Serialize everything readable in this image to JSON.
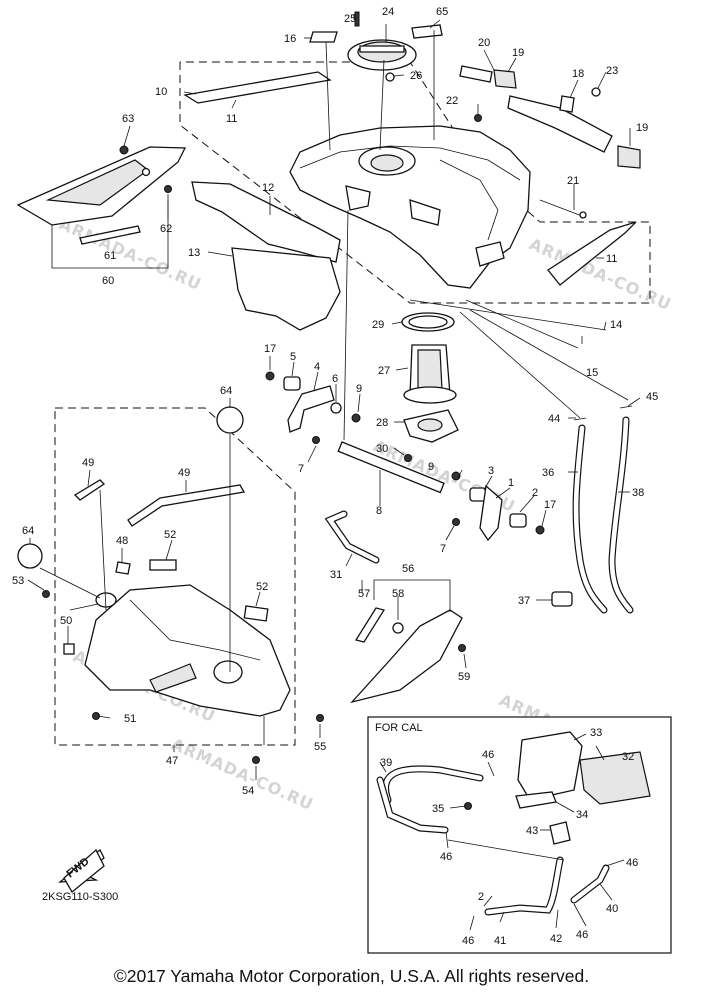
{
  "watermark": "ARMADA-CO.RU",
  "diagram_code": "2KSG110-S300",
  "fwd_label": "FWD",
  "inset_title": "FOR CAL",
  "copyright": "©2017 Yamaha Motor Corporation, U.S.A. All rights reserved.",
  "callouts": {
    "c1": "1",
    "c2": "2",
    "c2b": "2",
    "c3": "3",
    "c4": "4",
    "c5": "5",
    "c6": "6",
    "c7a": "7",
    "c7b": "7",
    "c7c": "7",
    "c8": "8",
    "c9a": "9",
    "c9b": "9",
    "c10": "10",
    "c11a": "11",
    "c11b": "11",
    "c12": "12",
    "c13": "13",
    "c14": "14",
    "c15": "15",
    "c16": "16",
    "c17a": "17",
    "c17b": "17",
    "c18": "18",
    "c19a": "19",
    "c19b": "19",
    "c20": "20",
    "c21": "21",
    "c22": "22",
    "c23": "23",
    "c24": "24",
    "c25": "25",
    "c26": "26",
    "c27": "27",
    "c28": "28",
    "c29": "29",
    "c30": "30",
    "c31": "31",
    "c32": "32",
    "c33": "33",
    "c34": "34",
    "c35": "35",
    "c36": "36",
    "c37": "37",
    "c38": "38",
    "c39": "39",
    "c40": "40",
    "c41": "41",
    "c42": "42",
    "c43": "43",
    "c44": "44",
    "c45": "45",
    "c46a": "46",
    "c46b": "46",
    "c46c": "46",
    "c46d": "46",
    "c46e": "46",
    "c46f": "46",
    "c47": "47",
    "c48": "48",
    "c49a": "49",
    "c49b": "49",
    "c50": "50",
    "c51": "51",
    "c52a": "52",
    "c52b": "52",
    "c53": "53",
    "c54": "54",
    "c55": "55",
    "c56": "56",
    "c57": "57",
    "c58": "58",
    "c59": "59",
    "c60": "60",
    "c61": "61",
    "c62": "62",
    "c63": "63",
    "c64a": "64",
    "c64b": "64",
    "c65": "65"
  }
}
